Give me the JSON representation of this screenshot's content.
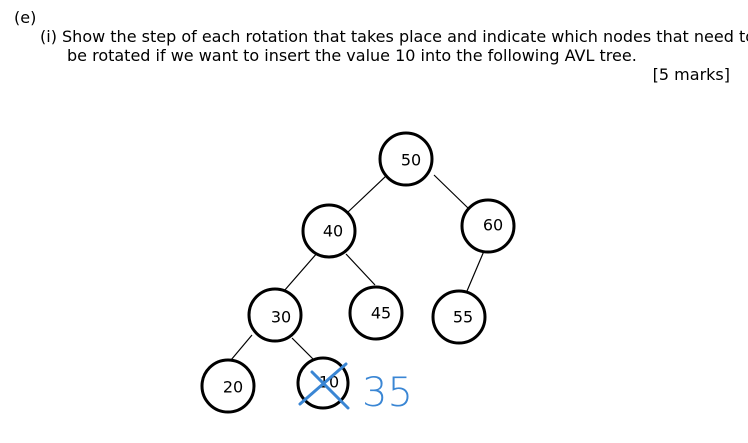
{
  "question": {
    "part_label": "(e)",
    "line_1": "(i) Show the step of each rotation that takes place and indicate which nodes that need to",
    "line_2": "be rotated if we want to insert the value 10 into the following AVL tree.",
    "marks": "[5 marks]"
  },
  "tree": {
    "nodes": {
      "n50": "50",
      "n40": "40",
      "n60": "60",
      "n30": "30",
      "n45": "45",
      "n55": "55",
      "n20": "20",
      "n10": "10"
    }
  },
  "annotation": {
    "handwritten_value": "35",
    "ink_color": "#3a86d4"
  }
}
